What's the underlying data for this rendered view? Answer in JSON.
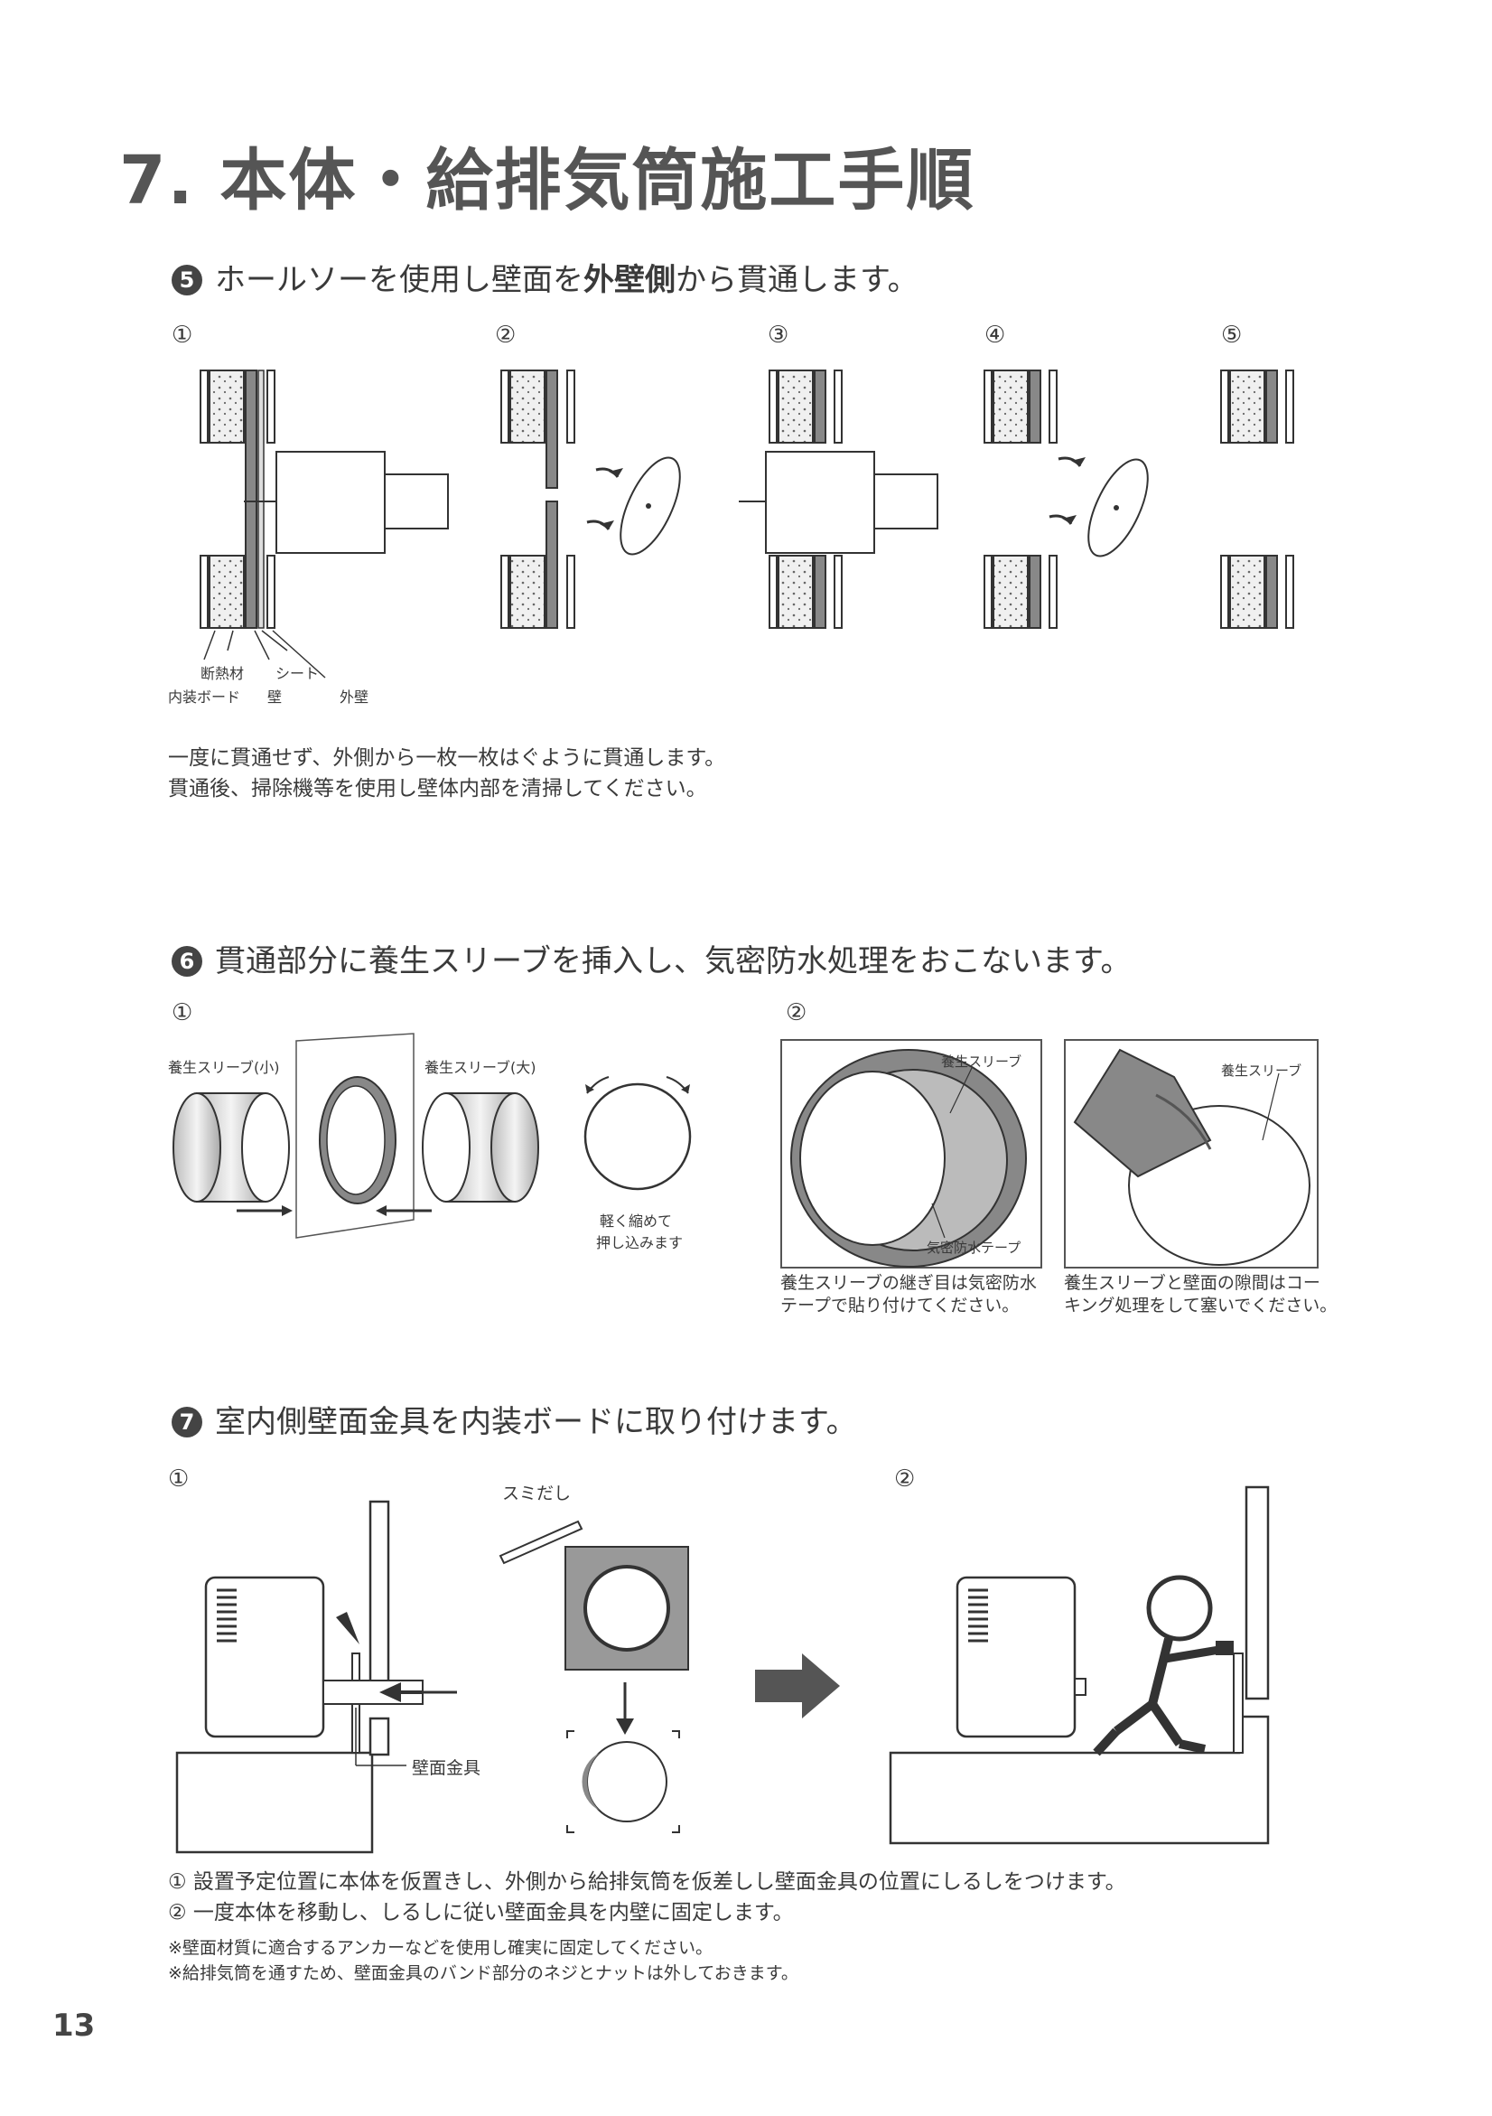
{
  "title": "7. 本体・給排気筒施工手順",
  "page_number": "13",
  "step5": {
    "num": "5",
    "heading_a": "ホールソーを使用し壁面を",
    "heading_b": "外壁側",
    "heading_c": "から貫通します。",
    "figure_numbers": [
      "①",
      "②",
      "③",
      "④",
      "⑤"
    ],
    "labels": {
      "insulation": "断熱材",
      "sheet": "シート",
      "interior_board": "内装ボード",
      "wall": "壁",
      "exterior_wall": "外壁"
    },
    "note_line1": "一度に貫通せず、外側から一枚一枚はぐように貫通します。",
    "note_line2": "貫通後、掃除機等を使用し壁体内部を清掃してください。"
  },
  "step6": {
    "num": "6",
    "heading": "貫通部分に養生スリーブを挿入し、気密防水処理をおこないます。",
    "figure_numbers": [
      "①",
      "②"
    ],
    "sleeve_small": "養生スリーブ(小)",
    "sleeve_large": "養生スリーブ(大)",
    "compress_line1": "軽く縮めて",
    "compress_line2": "押し込みます",
    "panel1_label": "養生スリーブ",
    "panel1_tape": "気密防水テープ",
    "panel1_cap1": "養生スリーブの継ぎ目は気密防水",
    "panel1_cap2": "テープで貼り付けてください。",
    "panel2_label": "養生スリーブ",
    "panel2_cap1": "養生スリーブと壁面の隙間はコー",
    "panel2_cap2": "キング処理をして塞いでください。"
  },
  "step7": {
    "num": "7",
    "heading": "室内側壁面金具を内装ボードに取り付けます。",
    "figure_numbers": [
      "①",
      "②"
    ],
    "marker_label": "スミだし",
    "bracket_label": "壁面金具",
    "note_line1": "① 設置予定位置に本体を仮置きし、外側から給排気筒を仮差しし壁面金具の位置にしるしをつけます。",
    "note_line2": "② 一度本体を移動し、しるしに従い壁面金具を内壁に固定します。",
    "footnote1": "※壁面材質に適合するアンカーなどを使用し確実に固定してください。",
    "footnote2": "※給排気筒を通すため、壁面金具のバンド部分のネジとナットは外しておきます。"
  }
}
